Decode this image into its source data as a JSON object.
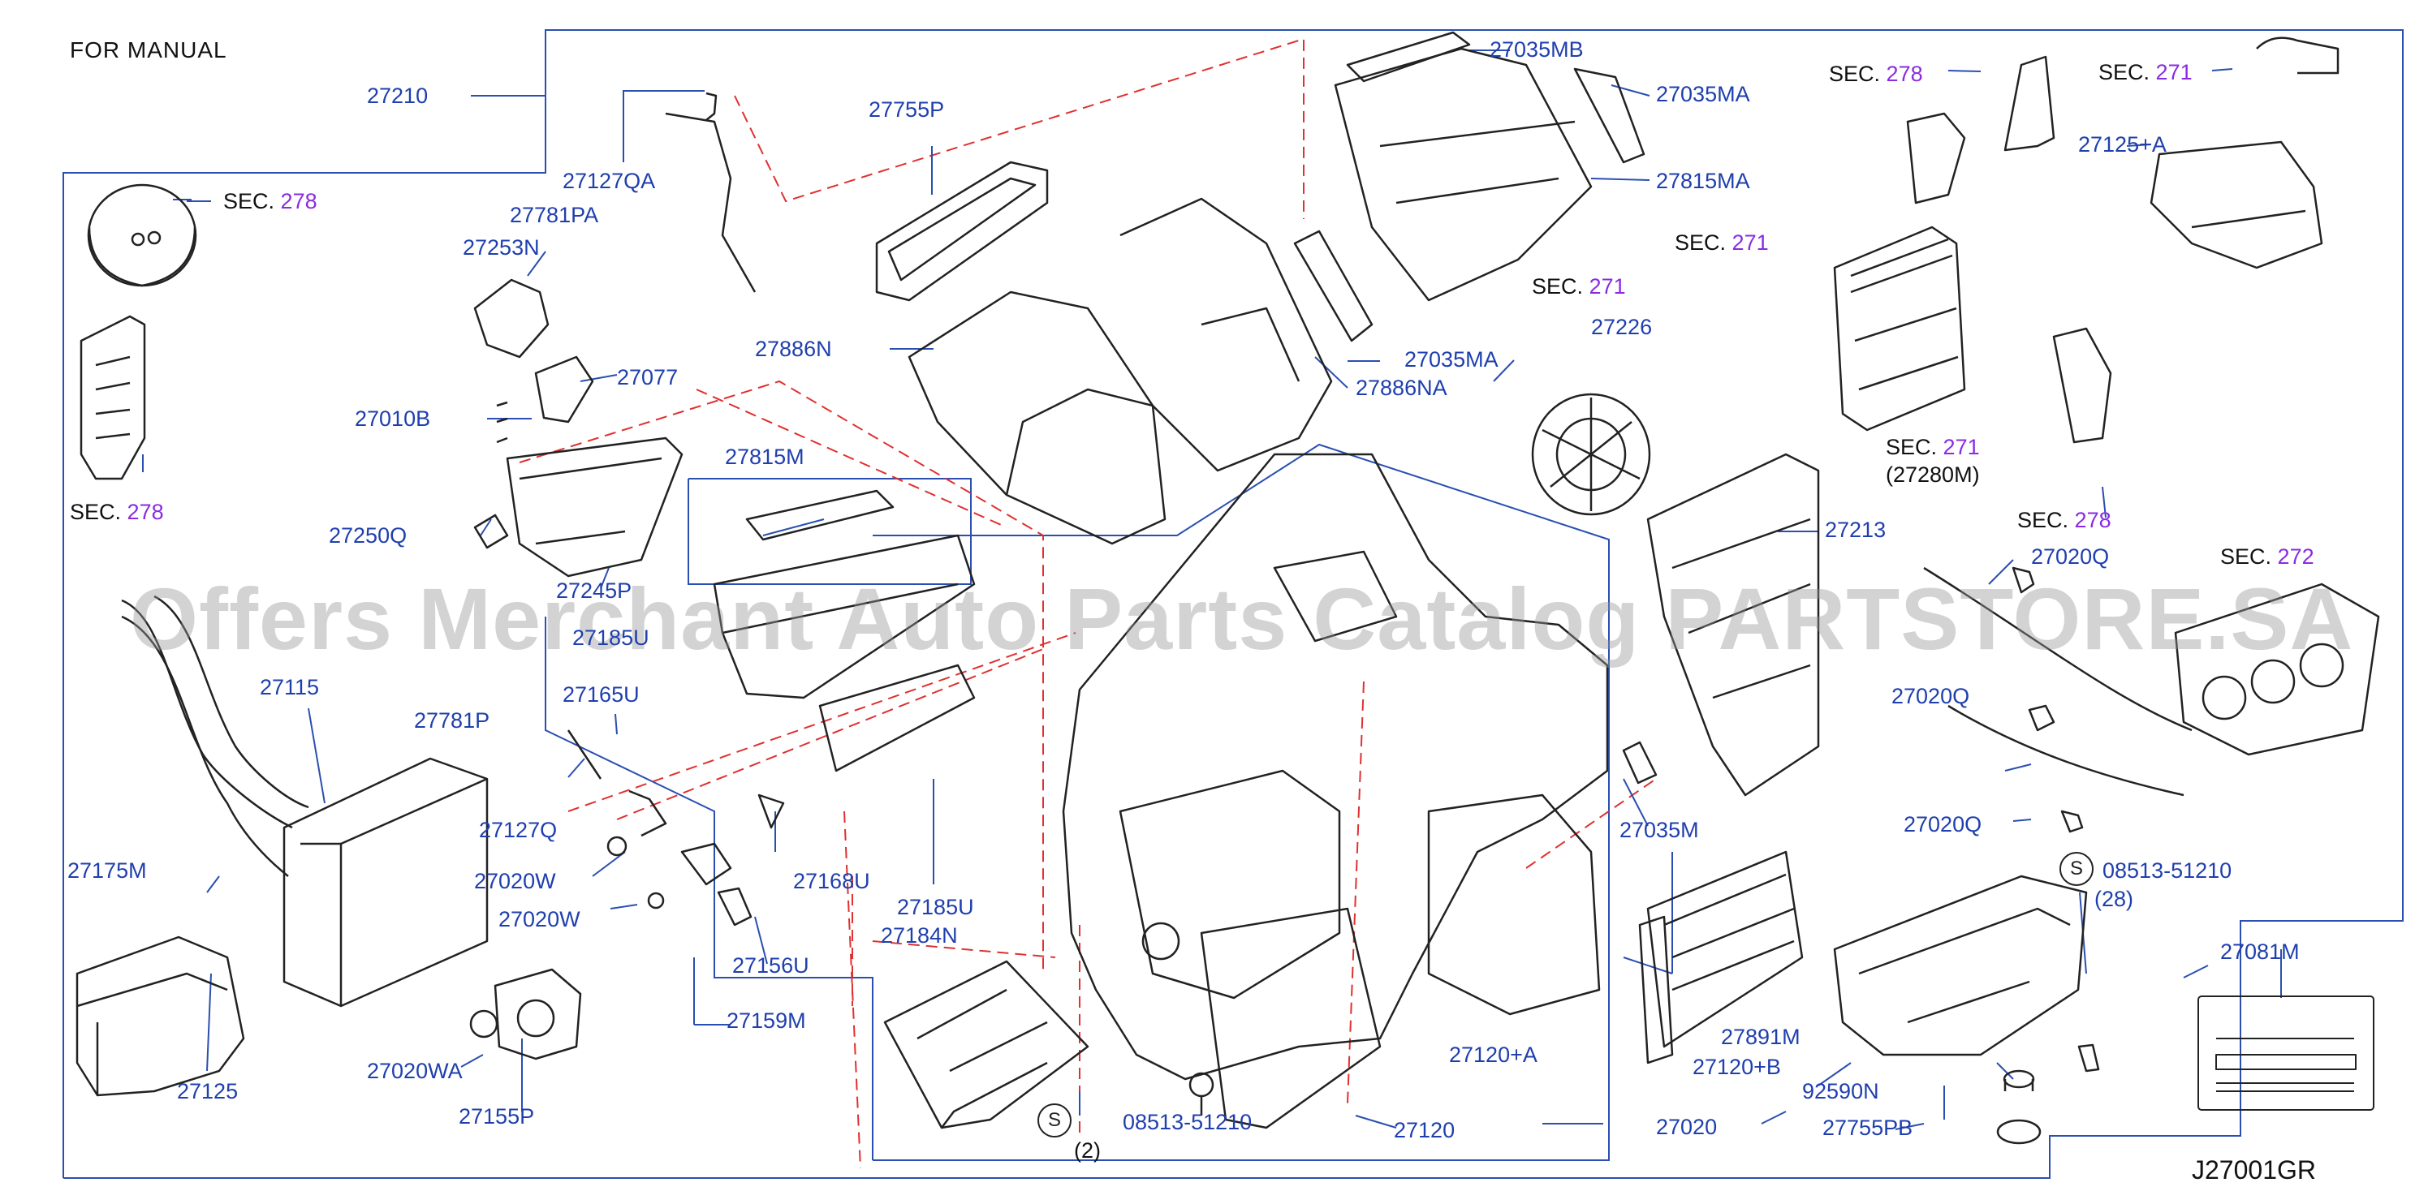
{
  "header": {
    "title": "FOR   MANUAL",
    "diagram_code": "J27001GR"
  },
  "watermark": "Offers Merchant Auto Parts Catalog PARTSTORE.SA",
  "sec_prefix": "SEC.",
  "s_symbol": "S",
  "labels": {
    "p27210": "27210",
    "p27127QA": "27127QA",
    "p27781PA": "27781PA",
    "p27253N": "27253N",
    "p27077": "27077",
    "p27010B": "27010B",
    "p27250Q": "27250Q",
    "p27245P": "27245P",
    "p27815M": "27815M",
    "p27185U_top": "27185U",
    "p27165U": "27165U",
    "p27781P": "27781P",
    "p27127Q": "27127Q",
    "p27020W_1": "27020W",
    "p27020W_2": "27020W",
    "p27168U": "27168U",
    "p27156U": "27156U",
    "p27159M": "27159M",
    "p27185U": "27185U",
    "p27184N": "27184N",
    "p27115": "27115",
    "p27175M": "27175M",
    "p27125": "27125",
    "p27020WA": "27020WA",
    "p27155P": "27155P",
    "p27755P": "27755P",
    "p27886N": "27886N",
    "p27035MB": "27035MB",
    "p27035MA_1": "27035MA",
    "p27815MA": "27815MA",
    "p27035MA_2": "27035MA",
    "p27886NA": "27886NA",
    "p27226": "27226",
    "p27213": "27213",
    "p27020Q_1": "27020Q",
    "p27020Q_2": "27020Q",
    "p27020Q_3": "27020Q",
    "p27035M": "27035M",
    "p08513_1": "08513-51210",
    "p28": "(28)",
    "p27081M": "27081M",
    "p27891M": "27891M",
    "p27120B": "27120+B",
    "p92590N": "92590N",
    "p27755PB": "27755PB",
    "p27020": "27020",
    "p27120A": "27120+A",
    "p27120": "27120",
    "p08513_2": "08513-51210",
    "p2": "(2)",
    "p27125A": "27125+A",
    "p27280M": "(27280M)"
  },
  "sections": {
    "s278_a": "278",
    "s278_b": "278",
    "s278_c": "278",
    "s278_d": "278",
    "s271_a": "271",
    "s271_b": "271",
    "s271_c": "271",
    "s271_d": "271",
    "s272": "272"
  },
  "colors": {
    "label": "#1f3fae",
    "section": "#8a2be2",
    "leader": "#2a4fb0",
    "dashed": "#e03030",
    "drawing": "#222222"
  }
}
